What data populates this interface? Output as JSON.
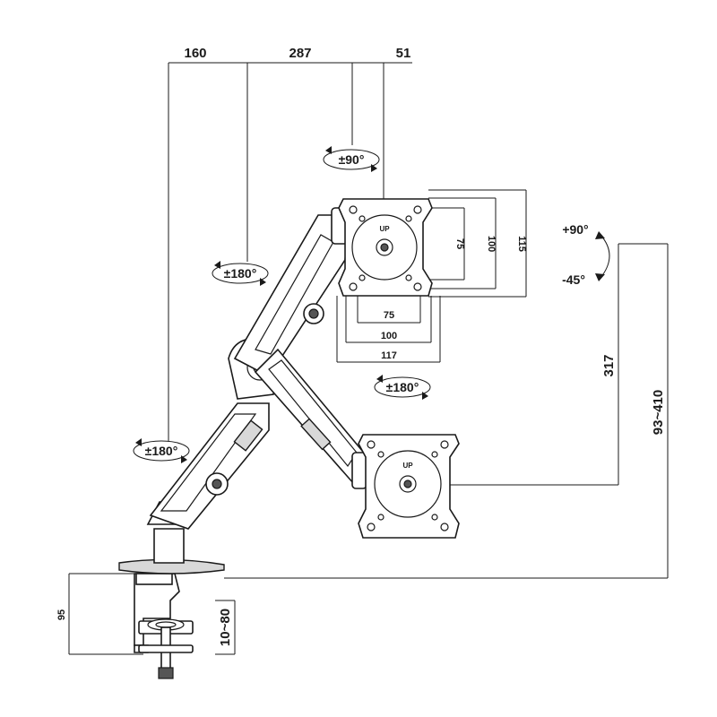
{
  "colors": {
    "line": "#1a1a1a",
    "background": "#ffffff",
    "shade": "#d8d8d8"
  },
  "dimensions": {
    "top_160": "160",
    "top_287": "287",
    "top_51": "51",
    "rot_top": "±90°",
    "rot_mid_arm": "±180°",
    "rot_base": "±180°",
    "rot_lower": "±180°",
    "tilt_up": "+90°",
    "tilt_down": "-45°",
    "vesa_w_75": "75",
    "vesa_w_100": "100",
    "vesa_w_117": "117",
    "vesa_h_75": "75",
    "vesa_h_100": "100",
    "vesa_h_115": "115",
    "height_317": "317",
    "height_range": "93~410",
    "clamp_95": "95",
    "clamp_range": "10~80"
  },
  "labels": {
    "up_upper": "UP",
    "up_lower": "UP"
  }
}
